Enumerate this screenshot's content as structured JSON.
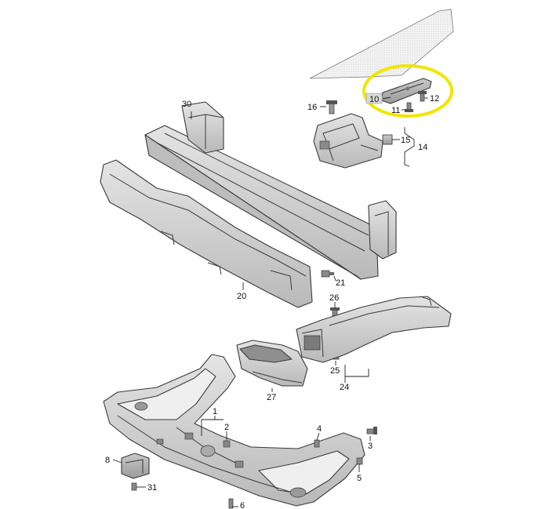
{
  "diagram": {
    "highlight_color": "#f2e500",
    "highlighted_label": "10",
    "labels": {
      "l1": "1",
      "l2": "2",
      "l3": "3",
      "l4": "4",
      "l5": "5",
      "l6": "6",
      "l8": "8",
      "l10": "10",
      "l11": "11",
      "l12": "12",
      "l14": "14",
      "l15": "15",
      "l16": "16",
      "l20": "20",
      "l21": "21",
      "l24": "24",
      "l25": "25",
      "l26": "26",
      "l27": "27",
      "l30": "30",
      "l31": "31"
    }
  }
}
